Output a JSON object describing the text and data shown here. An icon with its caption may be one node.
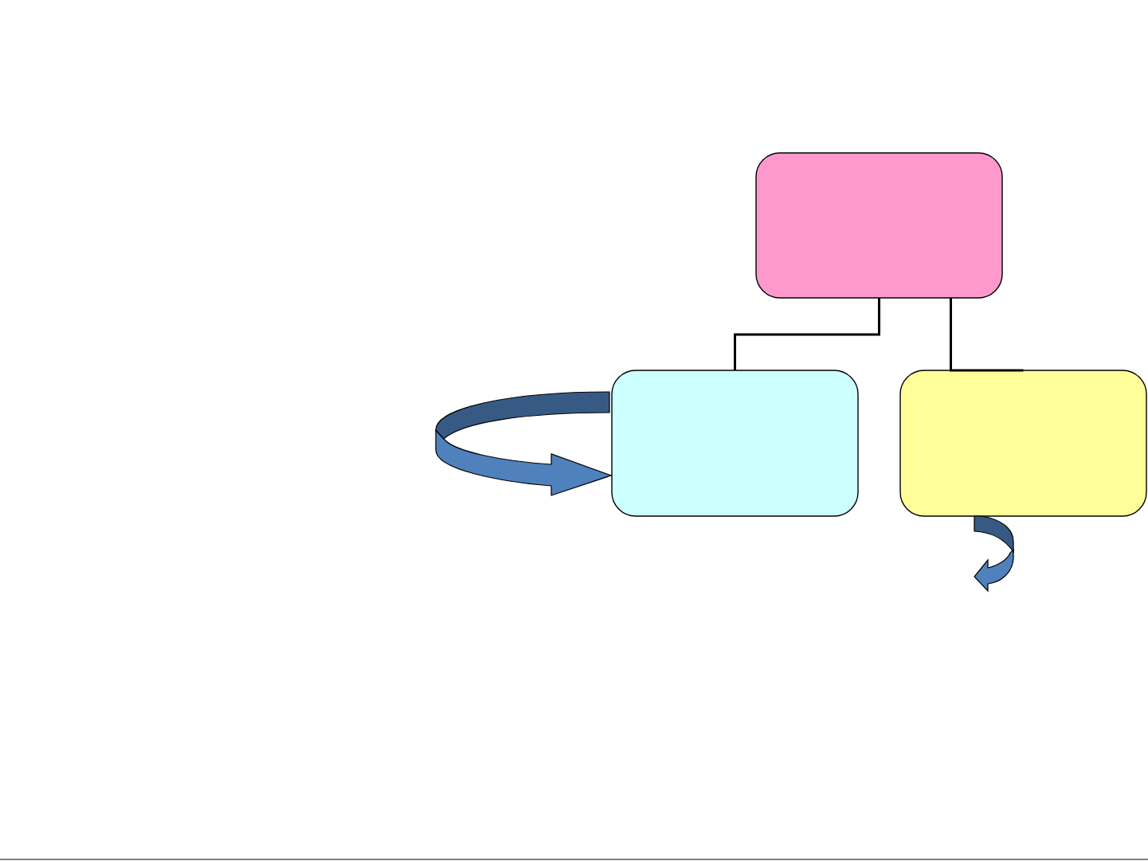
{
  "diagram": {
    "nodes": [
      {
        "text": [],
        "shape": "box"
      },
      {
        "text": [],
        "shape": "box"
      },
      {
        "text": [],
        "shape": "box"
      }
    ],
    "edges": [
      {
        "from": 0,
        "to": 1,
        "arrow": "none"
      },
      {
        "from": 0,
        "to": 2,
        "arrow": "none"
      },
      {
        "from": null,
        "to": 1,
        "arrow": "to",
        "style": "thick",
        "color": "#4f81bd"
      },
      {
        "from": 2,
        "to": null,
        "arrow": "to",
        "style": "thick",
        "color": "#4f81bd"
      }
    ]
  }
}
